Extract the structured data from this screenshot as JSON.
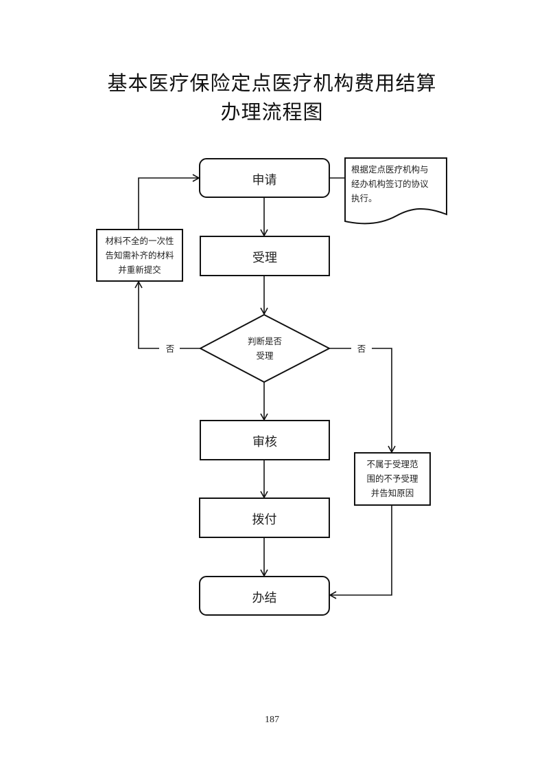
{
  "title": {
    "line1": "基本医疗保险定点医疗机构费用结算",
    "line2": "办理流程图"
  },
  "nodes": {
    "apply": "申请",
    "accept": "受理",
    "decision_line1": "判断是否",
    "decision_line2": "受理",
    "review": "审核",
    "pay": "拨付",
    "done": "办结"
  },
  "notes": {
    "agreement": [
      "根据定点医疗机构与",
      "经办机构签订的协议",
      "执行。"
    ],
    "incomplete": [
      "材料不全的一次性",
      "告知需补齐的材料",
      "并重新提交"
    ],
    "rejected": [
      "不属于受理范",
      "围的不予受理",
      "并告知原因"
    ]
  },
  "edges": {
    "no_left": "否",
    "no_right": "否"
  },
  "page_number": "187",
  "colors": {
    "stroke": "#111111",
    "background": "#ffffff"
  }
}
